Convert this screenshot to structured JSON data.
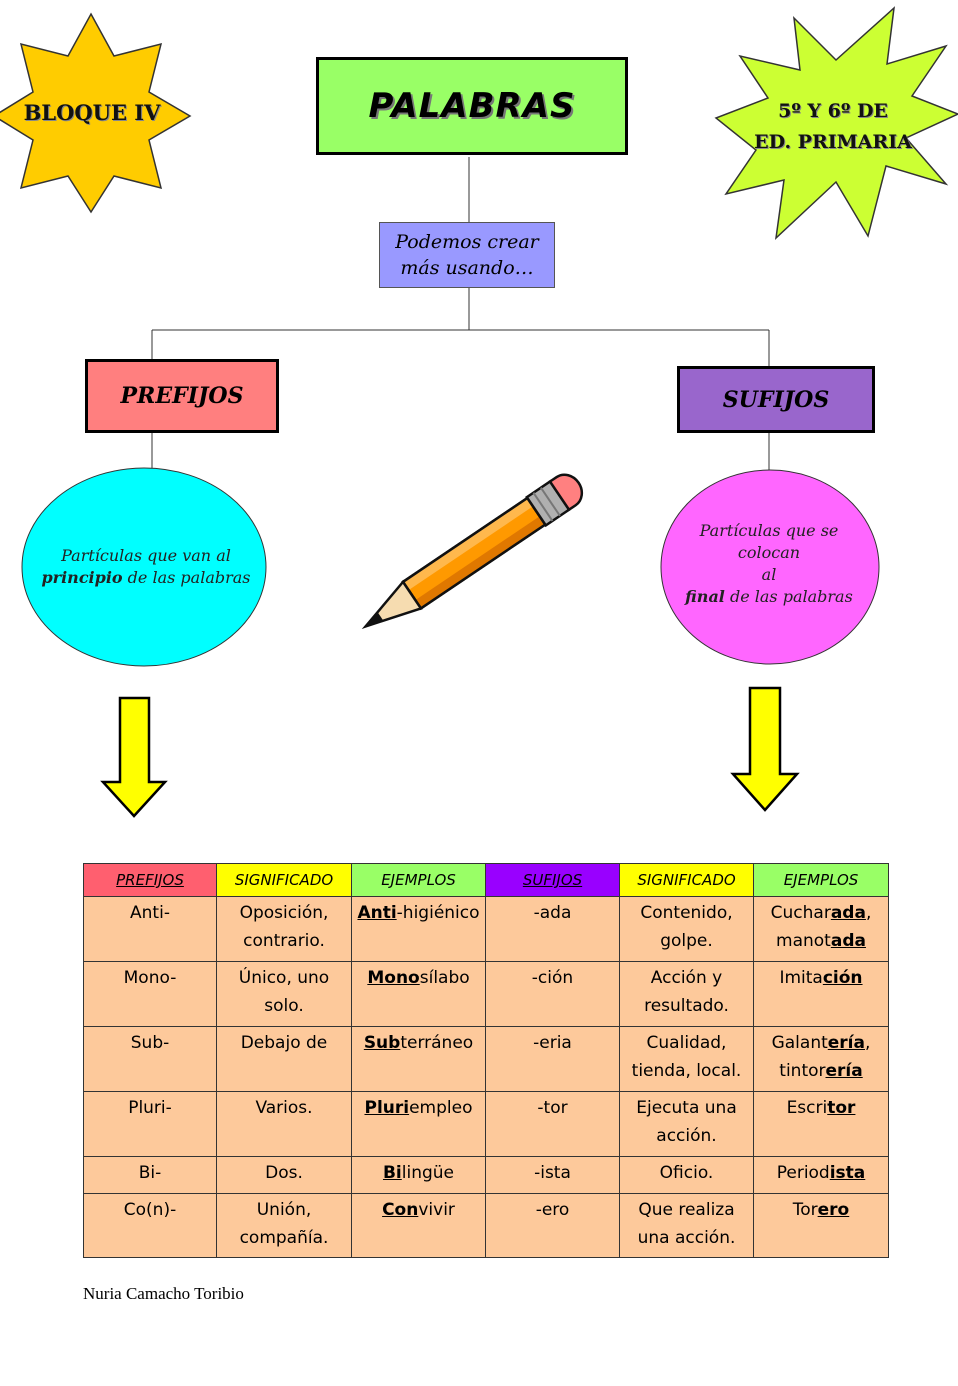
{
  "badges": {
    "bloque": "BLOQUE IV",
    "curso_line1": "5º Y 6º DE",
    "curso_line2": "ED. PRIMARIA"
  },
  "title": "PALABRAS",
  "intro": {
    "line1": "Podemos crear",
    "line2": "más usando…"
  },
  "branches": {
    "prefijos": {
      "label": "PREFIJOS",
      "line1": "Partículas que van al",
      "emph": "principio",
      "rest": " de las palabras"
    },
    "sufijos": {
      "label": "SUFIJOS",
      "line1": "Partículas que se",
      "line2": "colocan",
      "line3": "al",
      "emph": "final",
      "rest": " de las palabras"
    }
  },
  "table": {
    "headers": [
      "PREFIJOS",
      "SIGNIFICADO",
      "EJEMPLOS",
      "SUFIJOS",
      "SIGNIFICADO",
      "EJEMPLOS"
    ],
    "rows": [
      {
        "prefijo": "Anti-",
        "sig1": "Oposición, contrario.",
        "ej1": {
          "em": "Anti",
          "post": "-higiénico"
        },
        "sufijo": "-ada",
        "sig2": "Contenido, golpe.",
        "ej2": [
          {
            "pre": "Cuchar",
            "em": "ada",
            "post": ","
          },
          {
            "pre": "manot",
            "em": "ada",
            "post": ""
          }
        ]
      },
      {
        "prefijo": "Mono-",
        "sig1": "Único, uno solo.",
        "ej1": {
          "em": "Mono",
          "post": "sílabo"
        },
        "sufijo": "-ción",
        "sig2": "Acción y resultado.",
        "ej2": [
          {
            "pre": "Imita",
            "em": "ción ",
            "post": ""
          }
        ]
      },
      {
        "prefijo": "Sub-",
        "sig1": "Debajo de",
        "ej1": {
          "em": "Sub",
          "post": "terráneo"
        },
        "sufijo": "-eria",
        "sig2": "Cualidad, tienda, local.",
        "ej2": [
          {
            "pre": "Galant",
            "em": "ería",
            "post": ","
          },
          {
            "pre": "tintor",
            "em": "ería",
            "post": ""
          }
        ]
      },
      {
        "prefijo": "Pluri-",
        "sig1": "Varios.",
        "ej1": {
          "em": "Pluri",
          "post": "empleo"
        },
        "sufijo": "-tor",
        "sig2": "Ejecuta una acción.",
        "ej2": [
          {
            "pre": "Escri",
            "em": "tor",
            "post": ""
          }
        ]
      },
      {
        "prefijo": "Bi-",
        "sig1": "Dos.",
        "ej1": {
          "em": "Bi",
          "post": "lingüe"
        },
        "sufijo": "-ista",
        "sig2": "Oficio.",
        "ej2": [
          {
            "pre": "Period",
            "em": "ista ",
            "post": ""
          }
        ]
      },
      {
        "prefijo": "Co(n)-",
        "sig1": "Unión, compañía.",
        "ej1": {
          "em": "Con",
          "post": "vivir"
        },
        "sufijo": "-ero",
        "sig2": "Que realiza una acción.",
        "ej2": [
          {
            "pre": "Tor",
            "em": "ero",
            "post": ""
          }
        ]
      }
    ]
  },
  "author": "Nuria Camacho Toribio",
  "colors": {
    "title_bg": "#99ff66",
    "intro_bg": "#9999ff",
    "prefijos_bg": "#ff7f7f",
    "sufijos_bg": "#9966cc",
    "oval_left": "#00ffff",
    "oval_right": "#ff66ff",
    "star_left": "#ffcc00",
    "star_right": "#ccff33",
    "arrow": "#ffff00",
    "cell_bg": "#fdc99b"
  },
  "icons": [
    "pencil-icon",
    "down-arrow-icon"
  ]
}
